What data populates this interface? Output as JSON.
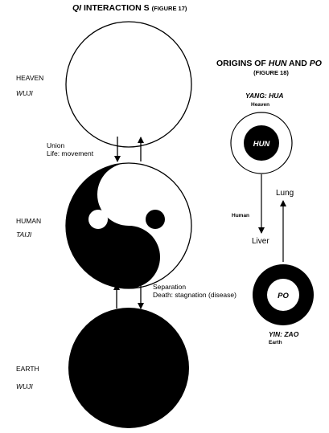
{
  "left_title": {
    "qi": "QI",
    "rest": " INTERACTION S ",
    "figure": "(FIGURE 17)"
  },
  "right_title": {
    "line1_a": "ORIGINS OF ",
    "line1_hun": "HUN",
    "line1_b": " AND ",
    "line1_po": "PO",
    "figure": "(FIGURE 18)"
  },
  "levels": {
    "heaven": {
      "label": "HEAVEN",
      "sub": "WUJI"
    },
    "human": {
      "label": "HUMAN",
      "sub": "TAIJI"
    },
    "earth": {
      "label": "EARTH",
      "sub": "WUJI"
    }
  },
  "transitions": {
    "union": "Union",
    "life": "Life: movement",
    "separation": "Separation",
    "death": "Death: stagnation (disease)"
  },
  "hun_po": {
    "yang_label": "YANG: HUA",
    "heaven_small": "Heaven",
    "hun": "HUN",
    "human_small": "Human",
    "liver": "Liver",
    "lung": "Lung",
    "po": "PO",
    "yin_label": "YIN: ZAO",
    "earth_small": "Earth"
  },
  "colors": {
    "ink": "#000000",
    "paper": "#ffffff"
  }
}
